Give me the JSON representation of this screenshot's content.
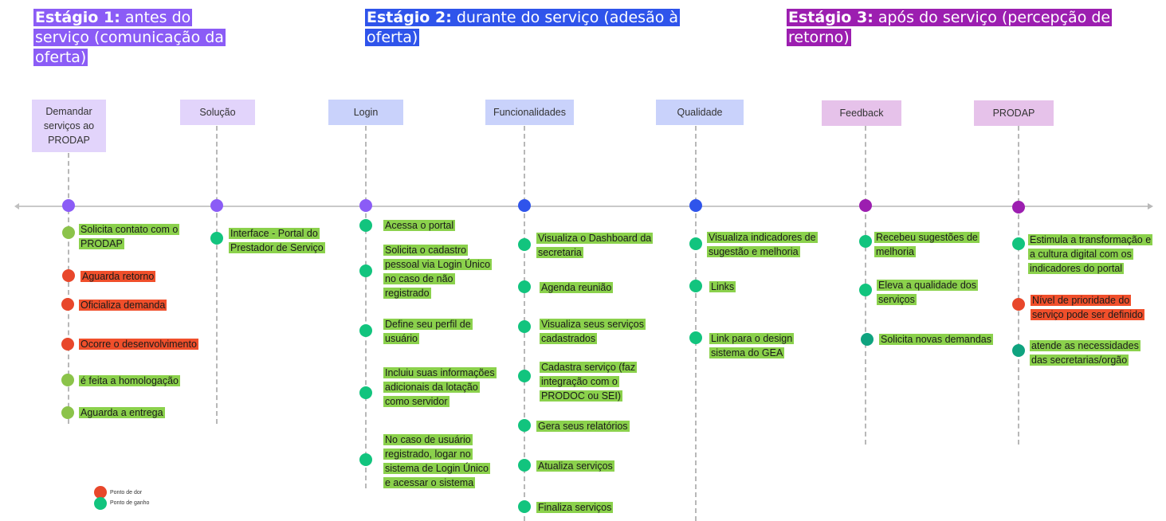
{
  "stages": [
    {
      "bold": "Estágio 1:",
      "text": " antes do serviço (comunicação da oferta)",
      "color": "#8b5cf6"
    },
    {
      "bold": "Estágio 2:",
      "text": " durante do serviço (adesão à oferta)",
      "color": "#2f54eb"
    },
    {
      "bold": "Estágio 3:",
      "text": " após do serviço (percepção de retorno)",
      "color": "#9c1eb0"
    }
  ],
  "columns": [
    {
      "title": "Demandar serviços ao PRODAP",
      "header_color": "#e2d4fb",
      "dot_color": "#8b5cf6"
    },
    {
      "title": "Solução",
      "header_color": "#e2d4fb",
      "dot_color": "#8b5cf6"
    },
    {
      "title": "Login",
      "header_color": "#c9d2fb",
      "dot_color": "#8b5cf6"
    },
    {
      "title": "Funcionalidades",
      "header_color": "#c9d2fb",
      "dot_color": "#2f54eb"
    },
    {
      "title": "Qualidade",
      "header_color": "#c9d2fb",
      "dot_color": "#2f54eb"
    },
    {
      "title": "Feedback",
      "header_color": "#e6c2ea",
      "dot_color": "#9c1eb0"
    },
    {
      "title": "PRODAP",
      "header_color": "#e6c2ea",
      "dot_color": "#9c1eb0"
    }
  ],
  "items": [
    [
      {
        "text": "Solicita contato com o PRODAP",
        "type": "ganho"
      },
      {
        "text": "Aguarda retorno",
        "type": "dor"
      },
      {
        "text": "Oficializa demanda",
        "type": "dor"
      },
      {
        "text": "Ocorre o desenvolvimento",
        "type": "dor"
      },
      {
        "text": "é feita a homologação",
        "type": "ganho"
      },
      {
        "text": "Aguarda a entrega",
        "type": "ganho"
      }
    ],
    [
      {
        "text": "Interface - Portal do Prestador de Serviço",
        "type": "ganho"
      }
    ],
    [
      {
        "text": "Acessa o portal",
        "type": "ganho"
      },
      {
        "text": "Solicita o cadastro pessoal via Login Único no caso de não registrado",
        "type": "ganho"
      },
      {
        "text": "Define seu perfil de usuário",
        "type": "ganho"
      },
      {
        "text": "Incluiu suas informações adicionais da lotação como servidor",
        "type": "ganho"
      },
      {
        "text": "No caso de usuário registrado, logar no sistema de Login Único e acessar o sistema",
        "type": "ganho"
      }
    ],
    [
      {
        "text": "Visualiza o Dashboard da secretaria",
        "type": "ganho"
      },
      {
        "text": "Agenda reunião",
        "type": "ganho"
      },
      {
        "text": "Visualiza seus serviços cadastrados",
        "type": "ganho"
      },
      {
        "text": "Cadastra serviço (faz integração com o PRODOC ou SEI)",
        "type": "ganho"
      },
      {
        "text": "Gera seus relatórios",
        "type": "ganho"
      },
      {
        "text": "Atualiza serviços",
        "type": "ganho"
      },
      {
        "text": "Finaliza serviços",
        "type": "ganho"
      }
    ],
    [
      {
        "text": "Visualiza indicadores de sugestão e melhoria",
        "type": "ganho"
      },
      {
        "text": "Links",
        "type": "ganho"
      },
      {
        "text": "Link para o design sistema do GEA",
        "type": "ganho"
      }
    ],
    [
      {
        "text": "Recebeu sugestões de melhoria",
        "type": "ganho"
      },
      {
        "text": "Eleva a qualidade dos serviços",
        "type": "ganho"
      },
      {
        "text": "Solicita novas demandas",
        "type": "ganho"
      }
    ],
    [
      {
        "text": "Estimula a transformação e a cultura digital com os indicadores do portal",
        "type": "ganho"
      },
      {
        "text": "Nível de prioridade do serviço pode ser definido",
        "type": "dor"
      },
      {
        "text": "atende as necessidades das secretarias/orgão",
        "type": "ganho"
      }
    ]
  ],
  "legend": [
    {
      "label": "Ponto de dor",
      "color": "#e8472b"
    },
    {
      "label": "Ponto de ganho",
      "color": "#12c47e"
    }
  ],
  "colors": {
    "label_green": "#8bd14c",
    "label_red": "#f04f2b",
    "dot_red": "#e8472b",
    "dot_lightgreen": "#8bc34a",
    "dot_teal": "#12c47e",
    "dot_darkteal": "#0fa37f"
  }
}
